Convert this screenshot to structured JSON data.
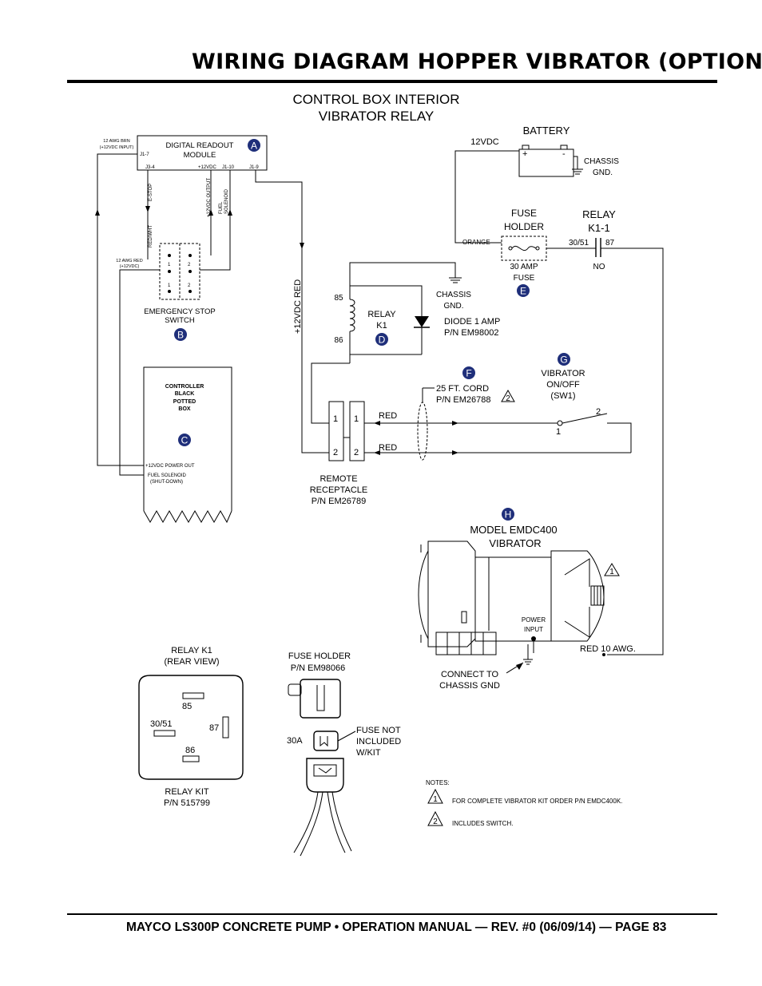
{
  "page": {
    "title": "WIRING DIAGRAM HOPPER VIBRATOR (OPTION)",
    "footer": "MAYCO LS300P CONCRETE PUMP • OPERATION MANUAL — REV. #0 (06/09/14) — PAGE 83"
  },
  "diagram": {
    "header_line1": "CONTROL BOX INTERIOR",
    "header_line2": "VIBRATOR RELAY",
    "digital_readout": {
      "line1": "DIGITAL READOUT",
      "line2": "MODULE",
      "badge": "A",
      "pin_j17": "J1-7",
      "pin_j34": "J3-4",
      "pin_12vdc": "+12VDC",
      "pin_j110": "J1-10",
      "pin_j19": "J1-9",
      "brn_wire_line1": "12 AWG BRN",
      "brn_wire_line2": "(+12VDC INPUT)"
    },
    "wire_labels": {
      "estop": "E-STOP",
      "output_12vdc": "+12VDC OUTPUT",
      "fuel_line1": "FUEL",
      "fuel_line2": "SOLENOID",
      "red_wht": "RED/WHT",
      "red12_line1": "12 AWG RED",
      "red12_line2": "(+12VDC)",
      "vdc_red": "+12VDC RED"
    },
    "estop_switch": {
      "line1": "EMERGENCY STOP",
      "line2": "SWITCH",
      "badge": "B",
      "contact1": "1",
      "contact2": "2"
    },
    "controller": {
      "line1": "CONTROLLER",
      "line2": "BLACK",
      "line3": "POTTED",
      "line4": "BOX",
      "badge": "C",
      "power_out": "+12VDC POWER OUT",
      "fuel_line1": "FUEL SOLENOID",
      "fuel_line2": "(SHUT-DOWN)"
    },
    "battery": {
      "label": "BATTERY",
      "voltage": "12VDC",
      "plus": "+",
      "minus": "-",
      "chassis_line1": "CHASSIS",
      "chassis_line2": "GND."
    },
    "fuse_holder": {
      "line1": "FUSE",
      "line2": "HOLDER",
      "wire": "ORANGE",
      "rating_line1": "30 AMP",
      "rating_line2": "FUSE",
      "badge": "E"
    },
    "relay_k11": {
      "line1": "RELAY",
      "line2": "K1-1",
      "pin_3051": "30/51",
      "pin_87": "87",
      "state": "NO"
    },
    "relay_k1": {
      "line1": "RELAY",
      "line2": "K1",
      "badge": "D",
      "pin85": "85",
      "pin86": "86",
      "chassis_line1": "CHASSIS",
      "chassis_line2": "GND.",
      "diode_line1": "DIODE 1 AMP",
      "diode_line2": "P/N EM98002"
    },
    "cord": {
      "badge": "F",
      "line1": "25 FT. CORD",
      "line2": "P/N EM26788",
      "note_ref": "2",
      "wire1": "RED",
      "wire2": "RED"
    },
    "switch_sw1": {
      "badge": "G",
      "line1": "VIBRATOR",
      "line2": "ON/OFF",
      "line3": "(SW1)",
      "pin1": "1",
      "pin2": "2"
    },
    "receptacle": {
      "line1": "REMOTE",
      "line2": "RECEPTACLE",
      "line3": "P/N EM26789",
      "p1a": "1",
      "p1b": "1",
      "p2a": "2",
      "p2b": "2"
    },
    "vibrator": {
      "badge": "H",
      "line1": "MODEL EMDC400",
      "line2": "VIBRATOR",
      "note_ref": "1",
      "power_line1": "POWER",
      "power_line2": "INPUT",
      "wire": "RED 10 AWG.",
      "gnd_line1": "CONNECT TO",
      "gnd_line2": "CHASSIS GND"
    },
    "relay_rear": {
      "line1": "RELAY K1",
      "line2": "(REAR VIEW)",
      "pin85": "85",
      "pin3051": "30/51",
      "pin87": "87",
      "pin86": "86",
      "kit_line1": "RELAY KIT",
      "kit_line2": "P/N 515799"
    },
    "fuse_detail": {
      "line1": "FUSE HOLDER",
      "line2": "P/N EM98066",
      "rating": "30A",
      "note_line1": "FUSE NOT",
      "note_line2": "INCLUDED",
      "note_line3": "W/KIT"
    },
    "notes": {
      "heading": "NOTES:",
      "items": [
        {
          "num": "1",
          "text": "FOR COMPLETE VIBRATOR KIT ORDER P/N EMDC400K."
        },
        {
          "num": "2",
          "text": "INCLUDES SWITCH."
        }
      ]
    },
    "badge_color": "#1f2f7a"
  }
}
